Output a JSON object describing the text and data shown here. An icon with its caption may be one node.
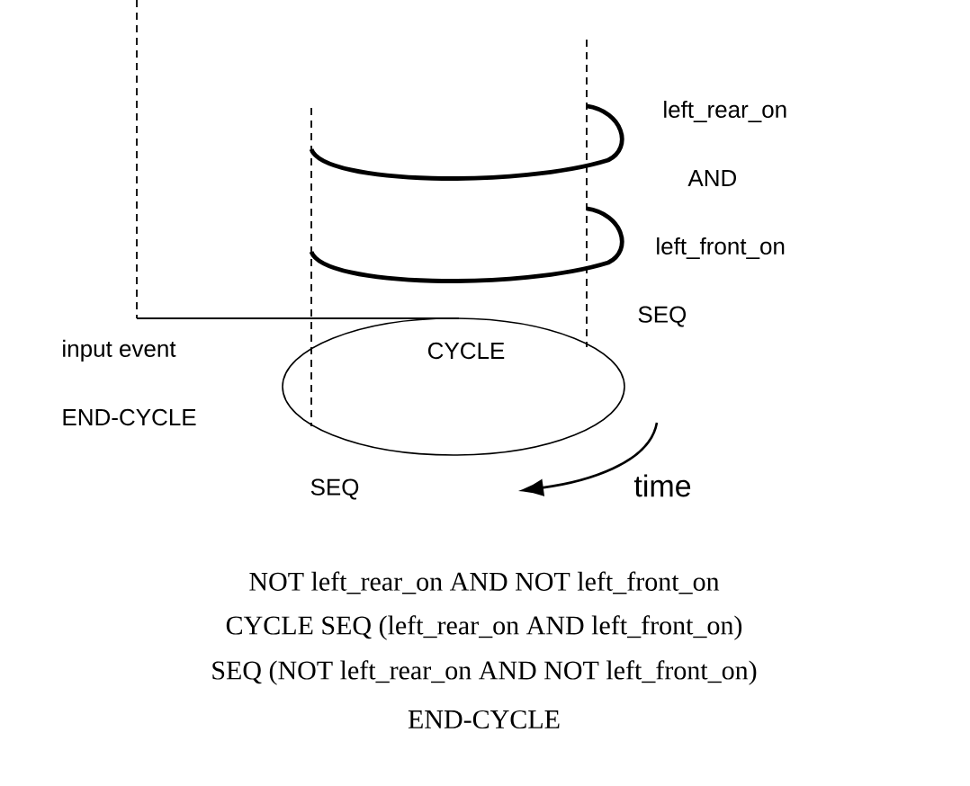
{
  "diagram": {
    "labels": [
      "left_rear_on",
      "AND",
      "left_front_on",
      "SEQ",
      "input event",
      "CYCLE",
      "END-CYCLE",
      "SEQ",
      "time",
      "NOT left_rear_on AND NOT left_front_on",
      "CYCLE SEQ (left_rear_on AND left_front_on)",
      "SEQ (NOT left_rear_on AND NOT left_front_on)",
      "END-CYCLE"
    ]
  }
}
